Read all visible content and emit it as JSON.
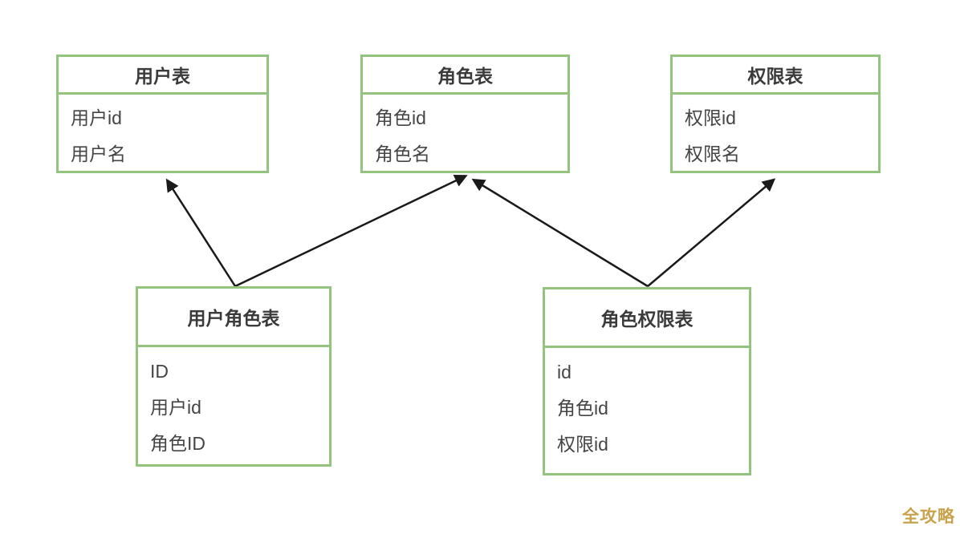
{
  "diagram": {
    "type": "entity-relationship",
    "description_colors": {
      "table_border": "#93c47d",
      "title_text": "#3b3b3b",
      "field_text": "#454545",
      "arrow": "#1a1a1a",
      "watermark": "#c9a24b",
      "background": "#ffffff"
    }
  },
  "tables": [
    {
      "id": "user",
      "title": "用户表",
      "fields": [
        "用户id",
        "用户名"
      ]
    },
    {
      "id": "role",
      "title": "角色表",
      "fields": [
        "角色id",
        "角色名"
      ]
    },
    {
      "id": "permission",
      "title": "权限表",
      "fields": [
        "权限id",
        "权限名"
      ]
    },
    {
      "id": "user-role",
      "title": "用户角色表",
      "fields": [
        "ID",
        "用户id",
        "角色ID"
      ]
    },
    {
      "id": "role-permission",
      "title": "角色权限表",
      "fields": [
        "id",
        "角色id",
        "权限id"
      ]
    }
  ],
  "relations": [
    {
      "from": "用户角色表",
      "to": "用户表"
    },
    {
      "from": "用户角色表",
      "to": "角色表"
    },
    {
      "from": "角色权限表",
      "to": "角色表"
    },
    {
      "from": "角色权限表",
      "to": "权限表"
    }
  ],
  "watermark": {
    "text": "全攻略"
  }
}
